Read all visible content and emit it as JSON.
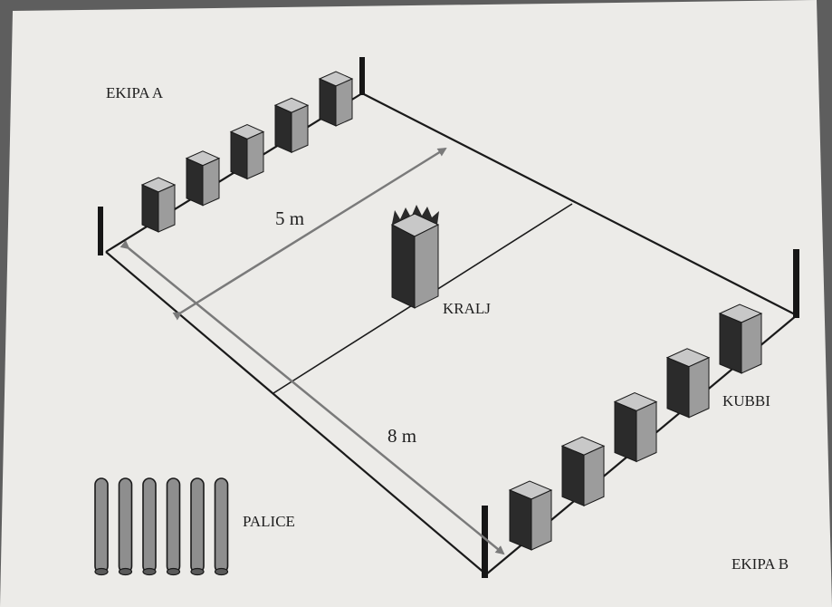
{
  "labels": {
    "team_a": "EKIPA A",
    "team_b": "EKIPA B",
    "dimension_width": "5 m",
    "dimension_length": "8 m",
    "king": "KRALJ",
    "kubbs": "KUBBI",
    "batons": "PALICE"
  },
  "colors": {
    "paper": "#ecebe8",
    "ink": "#1a1a1a",
    "arrow": "#7a7a7a",
    "block_front": "#2b2b2b",
    "block_side": "#9c9c9c",
    "block_top": "#c8c8c8"
  },
  "counts": {
    "kubbs_per_side": 5,
    "batons": 6
  }
}
